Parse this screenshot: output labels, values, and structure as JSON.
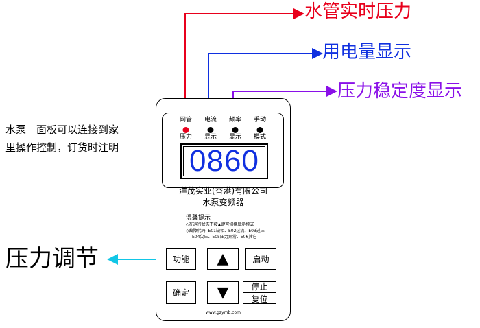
{
  "callouts": {
    "pressure_realtime": "水管实时压力",
    "power_display": "用电量显示",
    "stability_display": "压力稳定度显示",
    "pressure_adjust": "压力调节"
  },
  "side_note": "水泵　面板可以连接到家\n里操作控制，订货时注明",
  "panel": {
    "indicators": [
      {
        "top": "网管",
        "bottom": "压力",
        "led": "red"
      },
      {
        "top": "电流",
        "bottom": "显示",
        "led": "black"
      },
      {
        "top": "频率",
        "bottom": "显示",
        "led": "black"
      },
      {
        "top": "手动",
        "bottom": "模式",
        "led": "black"
      }
    ],
    "display_value": "0860",
    "company_line1": "洋茂实业(香港)有限公司",
    "company_line2": "水泵变频器",
    "tips_title": "温馨提示",
    "tips": [
      "◇在运行状态下按▲键可切换显示模式",
      "◇故障代码: E01缺相、E02过流、E03过压",
      "E04欠压、E05压力异常、E06其它"
    ],
    "buttons": {
      "function": "功能",
      "up": "▲",
      "start": "启动",
      "confirm": "确定",
      "down": "▼",
      "stop": "停止",
      "reset": "复位"
    },
    "website": "www.gzymb.com"
  },
  "colors": {
    "red": "#e8001c",
    "blue": "#1030e0",
    "purple": "#8a10e8",
    "cyan": "#12c6e6"
  }
}
